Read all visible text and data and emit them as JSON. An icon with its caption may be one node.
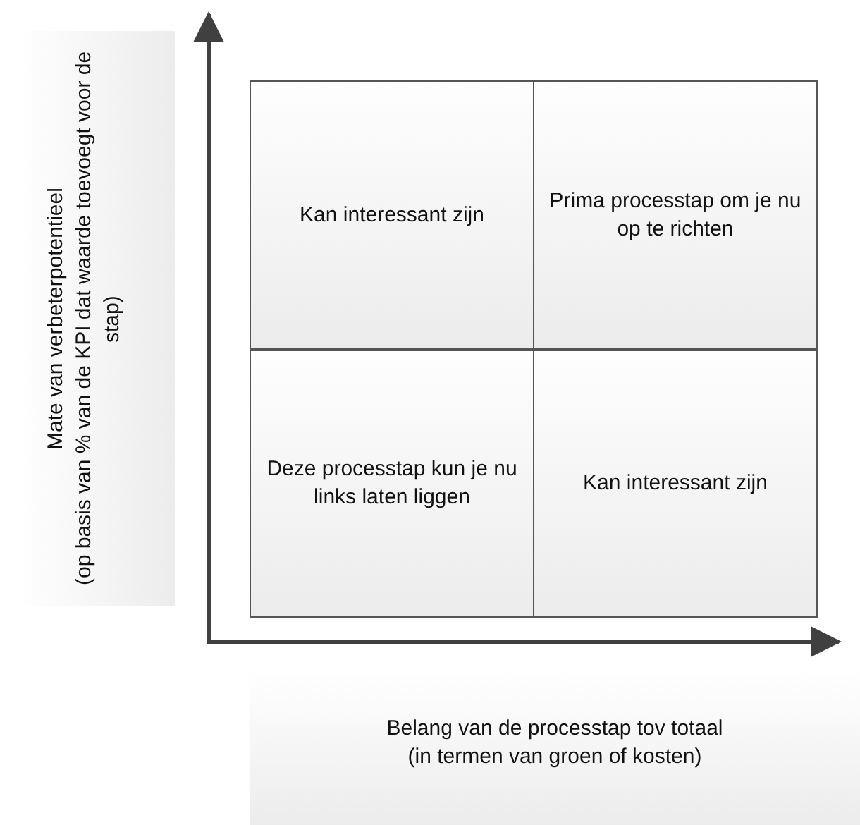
{
  "diagram": {
    "nodes": [
      {
        "text": [
          "Kan interessant zijn"
        ]
      },
      {
        "text": [
          "Prima processtap om je nu op te richten"
        ]
      },
      {
        "text": [
          "Deze processtap kun je nu links laten liggen"
        ]
      },
      {
        "text": [
          "Kan interessant zijn"
        ]
      },
      {
        "text": [
          "Mate van verbeterpotentieel",
          "(op basis van % van de KPI dat waarde toevoegt voor de stap)"
        ]
      },
      {
        "text": [
          "Belang van de processtap tov totaal",
          "(in termen van groen of kosten)"
        ]
      }
    ],
    "edges": []
  }
}
